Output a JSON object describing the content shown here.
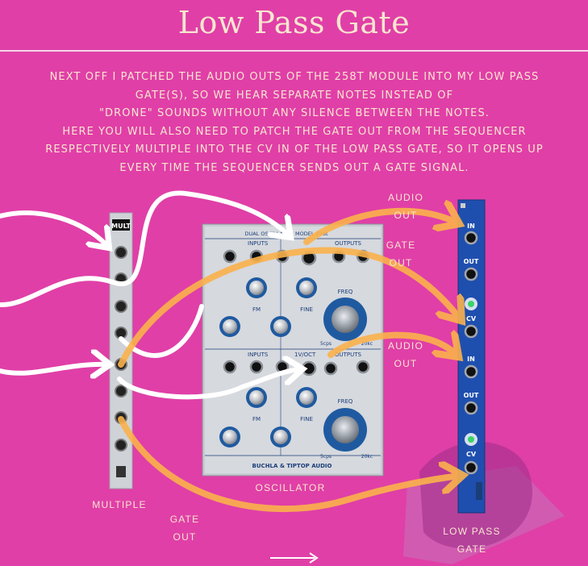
{
  "title": "Low Pass Gate",
  "intro_lines": [
    "NEXT OFF I PATCHED THE AUDIO OUTS OF THE 258T MODULE INTO MY LOW PASS",
    "GATE(S), SO WE HEAR SEPARATE NOTES INSTEAD OF",
    "\"DRONE\" SOUNDS WITHOUT ANY SILENCE BETWEEN THE NOTES.",
    "HERE YOU WILL ALSO NEED TO PATCH THE GATE OUT FROM THE SEQUENCER",
    "RESPECTIVELY MULTIPLE INTO THE CV IN OF THE LOW PASS GATE, SO IT OPENS UP",
    "EVERY TIME THE SEQUENCER SENDS OUT A GATE SIGNAL."
  ],
  "labels": {
    "audio_out_top_1": "AUDIO",
    "audio_out_top_2": "OUT",
    "gate_out_right_1": "GATE",
    "gate_out_right_2": "OUT",
    "audio_out_mid_1": "AUDIO",
    "audio_out_mid_2": "OUT",
    "gate_out_bottom_1": "GATE",
    "gate_out_bottom_2": "OUT",
    "multiple": "MULTIPLE",
    "oscillator": "OSCILLATOR",
    "lpg_1": "LOW PASS",
    "lpg_2": "GATE"
  },
  "modules": {
    "mult": {
      "name": "MULT"
    },
    "oscillator": {
      "header": "DUAL OSCILLATOR MODEL 258t",
      "inputs": "INPUTS",
      "voct": "1V/OCT",
      "outputs": "OUTPUTS",
      "fm": "FM",
      "fine": "FINE",
      "freq": "FREQ",
      "low": "5cps",
      "high": "20kc",
      "footer": "BUCHLA & TIPTOP AUDIO"
    },
    "lpg": {
      "in": "IN",
      "out": "OUT",
      "cv": "CV"
    }
  },
  "colors": {
    "background": "#e03fa7",
    "text": "#f7e6cf",
    "cable_orange": "#fbb24c",
    "cable_white": "#ffffff",
    "lpg_panel": "#1f4fae",
    "osc_panel": "#c7cbd1",
    "knob_blue": "#1f5aa0"
  }
}
